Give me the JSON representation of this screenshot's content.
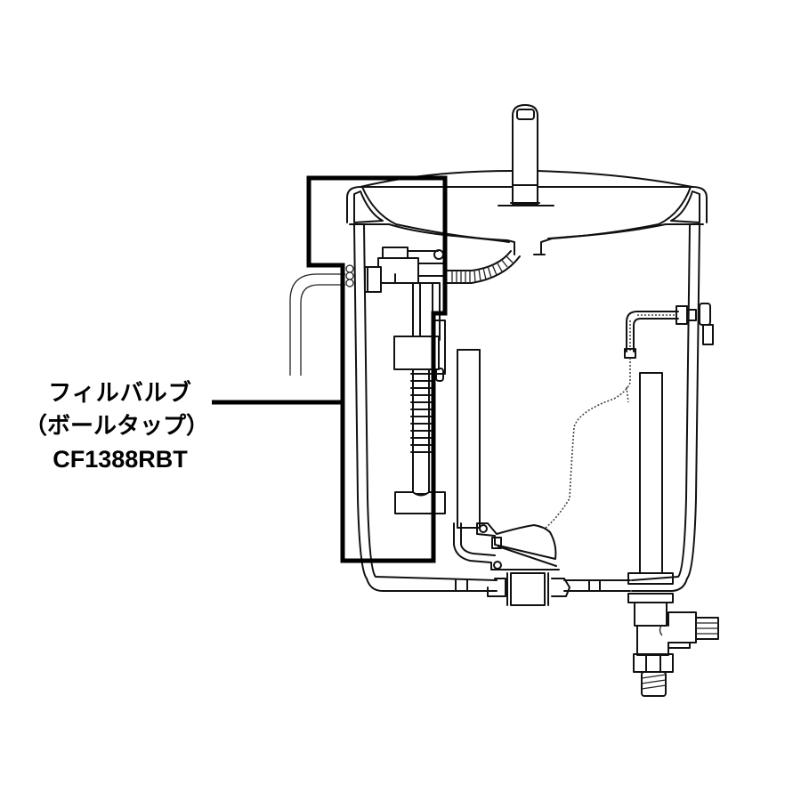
{
  "callout": {
    "line1": "フィルバルブ",
    "line2": "（ボールタップ）",
    "line3": "CF1388RBT",
    "highlight_color": "#000000"
  },
  "diagram": {
    "subject": "toilet-tank-cross-section",
    "highlighted_part": "fill-valve",
    "line_color": "#111111",
    "background": "#ffffff"
  }
}
